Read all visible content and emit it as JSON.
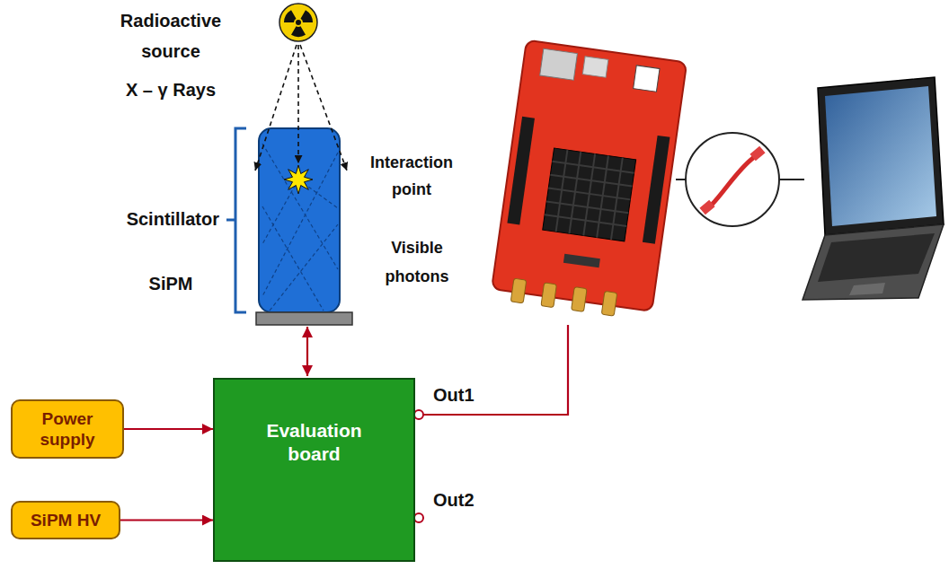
{
  "diagram": {
    "nodes": [
      {
        "text": [
          "Power supply"
        ]
      },
      {
        "text": [
          "SiPM HV"
        ]
      },
      {
        "text": [
          "Evaluation board"
        ]
      }
    ],
    "edges": [
      {
        "from": 0,
        "to": 2,
        "arrow": "to"
      },
      {
        "from": 1,
        "to": 2,
        "arrow": "to"
      }
    ],
    "labels": [
      "Radioactive source",
      "X – γ Rays",
      "Scintillator",
      "Interaction point",
      "Visible photons",
      "SiPM",
      "Out1",
      "Out2"
    ]
  }
}
